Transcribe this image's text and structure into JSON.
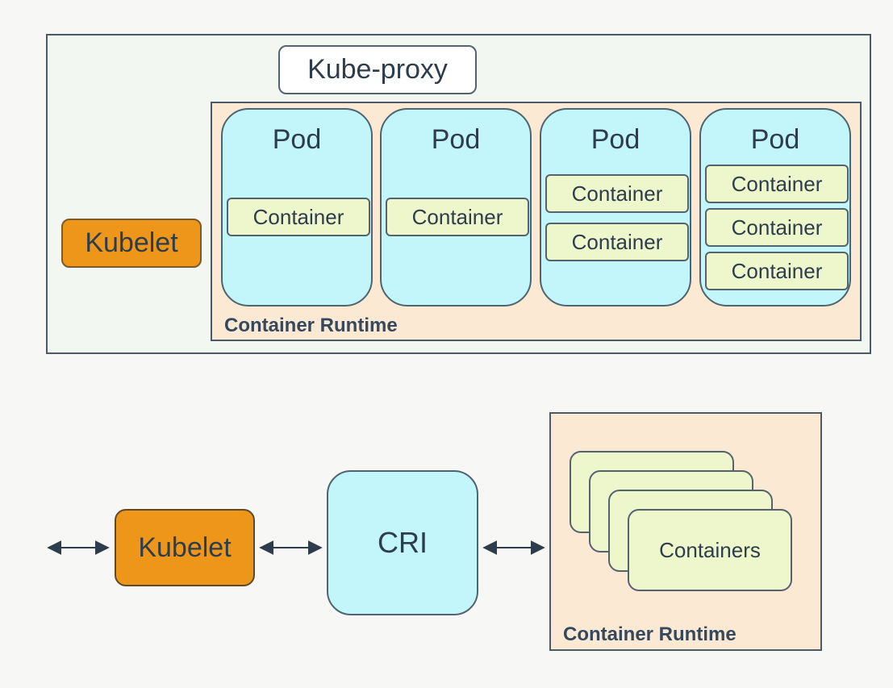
{
  "node": {
    "kube_proxy_label": "Kube-proxy",
    "kubelet_label": "Kubelet",
    "runtime_label": "Container Runtime",
    "pods": [
      {
        "title": "Pod",
        "containers": [
          "Container"
        ]
      },
      {
        "title": "Pod",
        "containers": [
          "Container"
        ]
      },
      {
        "title": "Pod",
        "containers": [
          "Container",
          "Container"
        ]
      },
      {
        "title": "Pod",
        "containers": [
          "Container",
          "Container",
          "Container"
        ]
      }
    ]
  },
  "flow": {
    "kubelet_label": "Kubelet",
    "cri_label": "CRI",
    "containers_label": "Containers",
    "runtime_label": "Container Runtime"
  },
  "colors": {
    "kubelet": "#ee9619",
    "pod": "#c3f6fa",
    "container": "#eef6cc",
    "runtime": "#fbe9d4",
    "border": "#4a5a66"
  }
}
